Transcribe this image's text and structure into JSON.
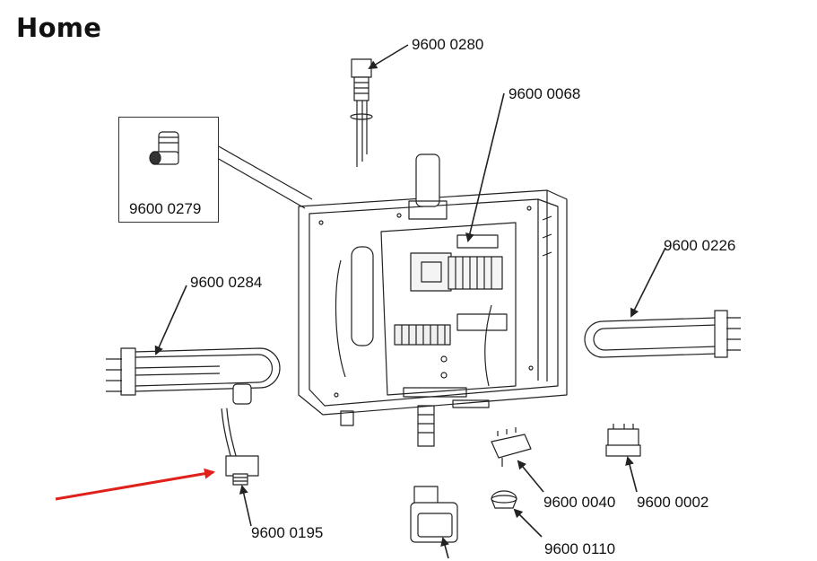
{
  "page": {
    "title": "Home"
  },
  "parts": [
    {
      "id": "p1",
      "number": "9600 0280"
    },
    {
      "id": "p2",
      "number": "9600 0068"
    },
    {
      "id": "p3",
      "number": "9600 0279"
    },
    {
      "id": "p4",
      "number": "9600 0226"
    },
    {
      "id": "p5",
      "number": "9600 0284"
    },
    {
      "id": "p6",
      "number": "9600 0195"
    },
    {
      "id": "p7",
      "number": "9600 0040"
    },
    {
      "id": "p8",
      "number": "9600 0002"
    },
    {
      "id": "p9",
      "number": "9600 0110"
    }
  ],
  "colors": {
    "line": "#222222",
    "highlight_arrow": "#e0201b"
  },
  "icons": [
    "red-pointer-arrow-icon",
    "leader-arrow-icon"
  ]
}
